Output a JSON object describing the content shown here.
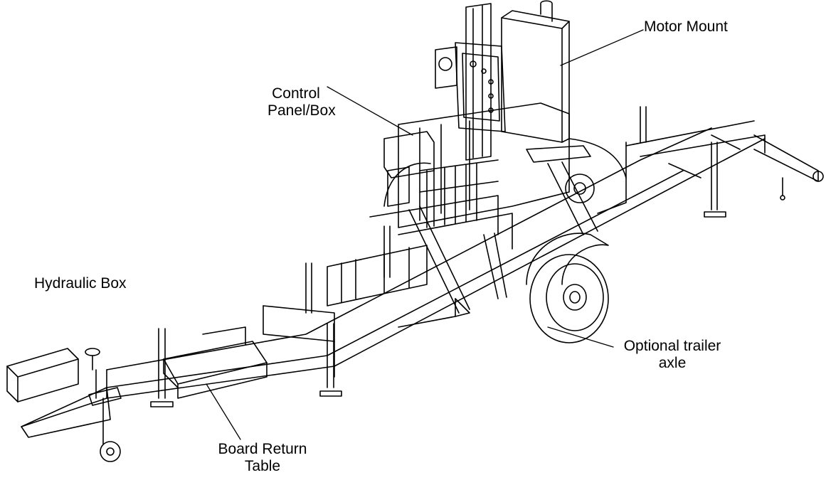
{
  "figure": {
    "subject": "portable-sawmill-on-trailer-line-drawing",
    "callouts": [
      {
        "id": "motor_mount",
        "lines": [
          "Motor Mount"
        ]
      },
      {
        "id": "control_panel",
        "lines": [
          "Control",
          "Panel/Box"
        ]
      },
      {
        "id": "hydraulic_box",
        "lines": [
          "Hydraulic Box"
        ]
      },
      {
        "id": "trailer_axle",
        "lines": [
          "Optional trailer",
          "axle"
        ]
      },
      {
        "id": "board_return",
        "lines": [
          "Board Return",
          "Table"
        ]
      }
    ]
  },
  "colors": {
    "line": "#000000",
    "background": "#ffffff"
  }
}
